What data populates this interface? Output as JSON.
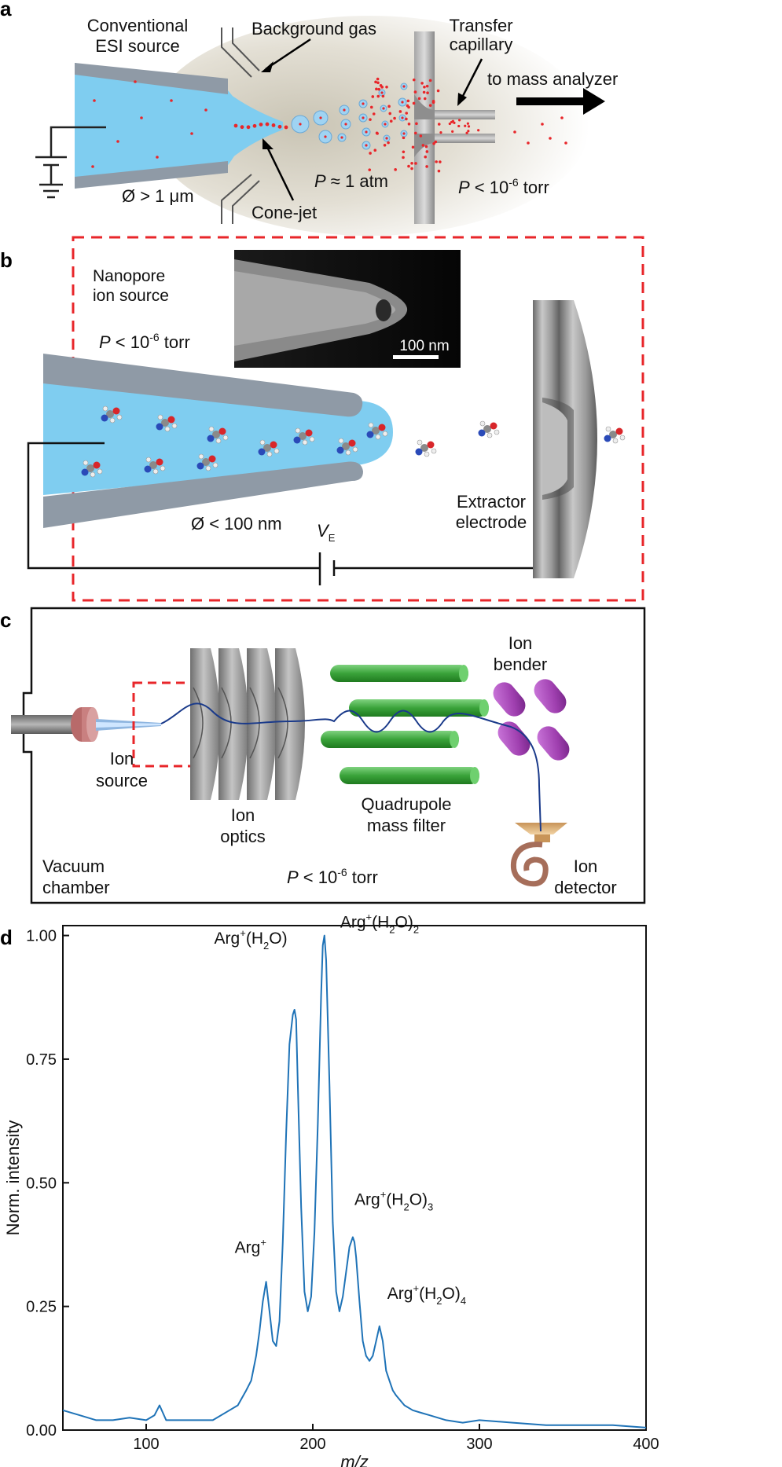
{
  "panels": {
    "a": {
      "letter": "a",
      "conventional_esi": [
        "Conventional",
        "ESI source"
      ],
      "background_gas": "Background gas",
      "transfer_capillary": [
        "Transfer",
        "capillary"
      ],
      "to_mass_analyzer": "to mass analyzer",
      "diameter_prefix": "Ø > 1 μm",
      "cone_jet": "Cone-jet",
      "pressure_atm_p": "P",
      "pressure_atm_rest": " ≈ 1 atm",
      "pressure_vac_p": "P",
      "pressure_vac_rest": " < 10",
      "pressure_vac_exp": "-6",
      "pressure_vac_unit": " torr"
    },
    "b": {
      "letter": "b",
      "nanopore": [
        "Nanopore",
        "ion source"
      ],
      "pressure_p": "P",
      "pressure_rest": " < 10",
      "pressure_exp": "-6",
      "pressure_unit": " torr",
      "scale_bar": "100 nm",
      "diameter": "Ø < 100 nm",
      "voltage_v": "V",
      "voltage_sub": "E",
      "extractor": [
        "Extractor",
        "electrode"
      ]
    },
    "c": {
      "letter": "c",
      "ion_source": [
        "Ion",
        "source"
      ],
      "ion_optics": [
        "Ion",
        "optics"
      ],
      "quadrupole": [
        "Quadrupole",
        "mass filter"
      ],
      "ion_bender": [
        "Ion",
        "bender"
      ],
      "ion_detector": [
        "Ion",
        "detector"
      ],
      "vacuum_chamber": [
        "Vacuum",
        "chamber"
      ],
      "pressure_p": "P",
      "pressure_rest": " < 10",
      "pressure_exp": "-6",
      "pressure_unit": " torr"
    },
    "d": {
      "letter": "d"
    }
  },
  "colors": {
    "liquid": "#7fcdf0",
    "emitter_gray": "#8f9aa6",
    "droplet_red": "#e8262a",
    "dashed_red": "#e8262a",
    "quad_green": "#3aa33a",
    "bender_purple": "#a040b0",
    "trace_blue": "#1f73b7",
    "beam_blue": "#1a3a8a"
  },
  "chart_data": {
    "type": "line",
    "xlabel": "m/z",
    "ylabel": "Norm. intensity",
    "xlim": [
      50,
      400
    ],
    "ylim": [
      0,
      1.02
    ],
    "xticks": [
      100,
      200,
      300,
      400
    ],
    "yticks": [
      0.0,
      0.25,
      0.5,
      0.75,
      1.0
    ],
    "ytick_labels": [
      "0.00",
      "0.25",
      "0.50",
      "0.75",
      "1.00"
    ],
    "grid": false,
    "series": [
      {
        "x": [
          50,
          60,
          70,
          80,
          90,
          100,
          105,
          108,
          112,
          120,
          130,
          140,
          150,
          155,
          160,
          163,
          166,
          168,
          170,
          172,
          174,
          176,
          178,
          180,
          182,
          184,
          186,
          188,
          189,
          190,
          191,
          193,
          195,
          197,
          199,
          201,
          203,
          205,
          206,
          207,
          208,
          210,
          212,
          214,
          216,
          218,
          220,
          222,
          224,
          225,
          226,
          228,
          230,
          232,
          234,
          236,
          238,
          240,
          242,
          244,
          246,
          248,
          250,
          255,
          260,
          265,
          270,
          280,
          290,
          300,
          320,
          340,
          360,
          380,
          400
        ],
        "y": [
          0.04,
          0.03,
          0.02,
          0.02,
          0.025,
          0.02,
          0.03,
          0.05,
          0.02,
          0.02,
          0.02,
          0.02,
          0.04,
          0.05,
          0.08,
          0.1,
          0.15,
          0.2,
          0.26,
          0.3,
          0.24,
          0.18,
          0.17,
          0.22,
          0.38,
          0.6,
          0.78,
          0.84,
          0.85,
          0.83,
          0.7,
          0.45,
          0.28,
          0.24,
          0.27,
          0.4,
          0.62,
          0.88,
          0.98,
          1.0,
          0.95,
          0.7,
          0.42,
          0.28,
          0.24,
          0.27,
          0.32,
          0.37,
          0.39,
          0.38,
          0.35,
          0.26,
          0.18,
          0.15,
          0.14,
          0.15,
          0.18,
          0.21,
          0.18,
          0.12,
          0.1,
          0.08,
          0.07,
          0.05,
          0.04,
          0.035,
          0.03,
          0.02,
          0.015,
          0.02,
          0.015,
          0.01,
          0.01,
          0.01,
          0.005
        ]
      }
    ],
    "annotations": [
      {
        "base": "Arg",
        "sup": "+",
        "tail": "",
        "sub": "",
        "x": 172,
        "y": 0.33
      },
      {
        "base": "Arg",
        "sup": "+",
        "tail": "(H",
        "mid": "2",
        "end": "O)",
        "sub": "",
        "x": 188,
        "y": 0.92
      },
      {
        "base": "Arg",
        "sup": "+",
        "tail": "(H",
        "mid": "2",
        "end": "O)",
        "sub": "2",
        "x": 207,
        "y": 1.0
      },
      {
        "base": "Arg",
        "sup": "+",
        "tail": "(H",
        "mid": "2",
        "end": "O)",
        "sub": "3",
        "x": 225,
        "y": 0.42
      },
      {
        "base": "Arg",
        "sup": "+",
        "tail": "(H",
        "mid": "2",
        "end": "O)",
        "sub": "4",
        "x": 240,
        "y": 0.23
      }
    ]
  }
}
